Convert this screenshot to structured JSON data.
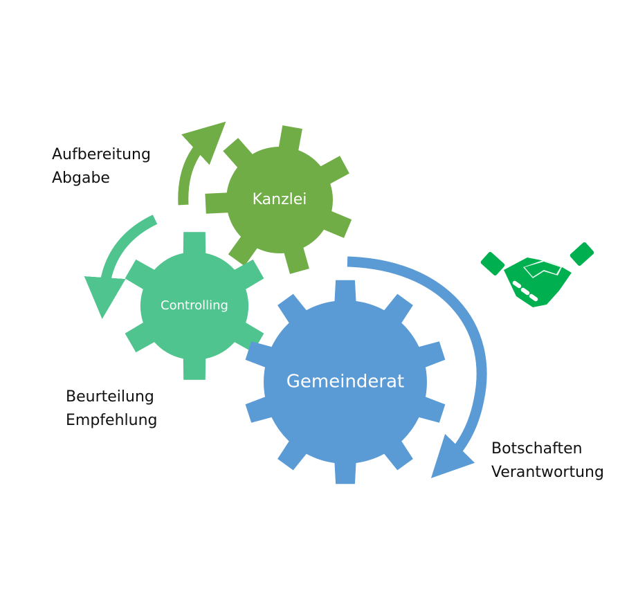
{
  "colors": {
    "kanzlei": "#70AD47",
    "controlling": "#4FC48E",
    "gemeinderat": "#5B9BD5",
    "handshake": "#00B050"
  },
  "gears": {
    "kanzlei": "Kanzlei",
    "controlling": "Controlling",
    "gemeinderat": "Gemeinderat"
  },
  "captions": {
    "top_left": [
      "Aufbereitung",
      "Abgabe"
    ],
    "bottom_left": [
      "Beurteilung",
      "Empfehlung"
    ],
    "right": [
      "Botschaften",
      "Verantwortung"
    ]
  },
  "icons": {
    "handshake": "handshake-icon"
  }
}
